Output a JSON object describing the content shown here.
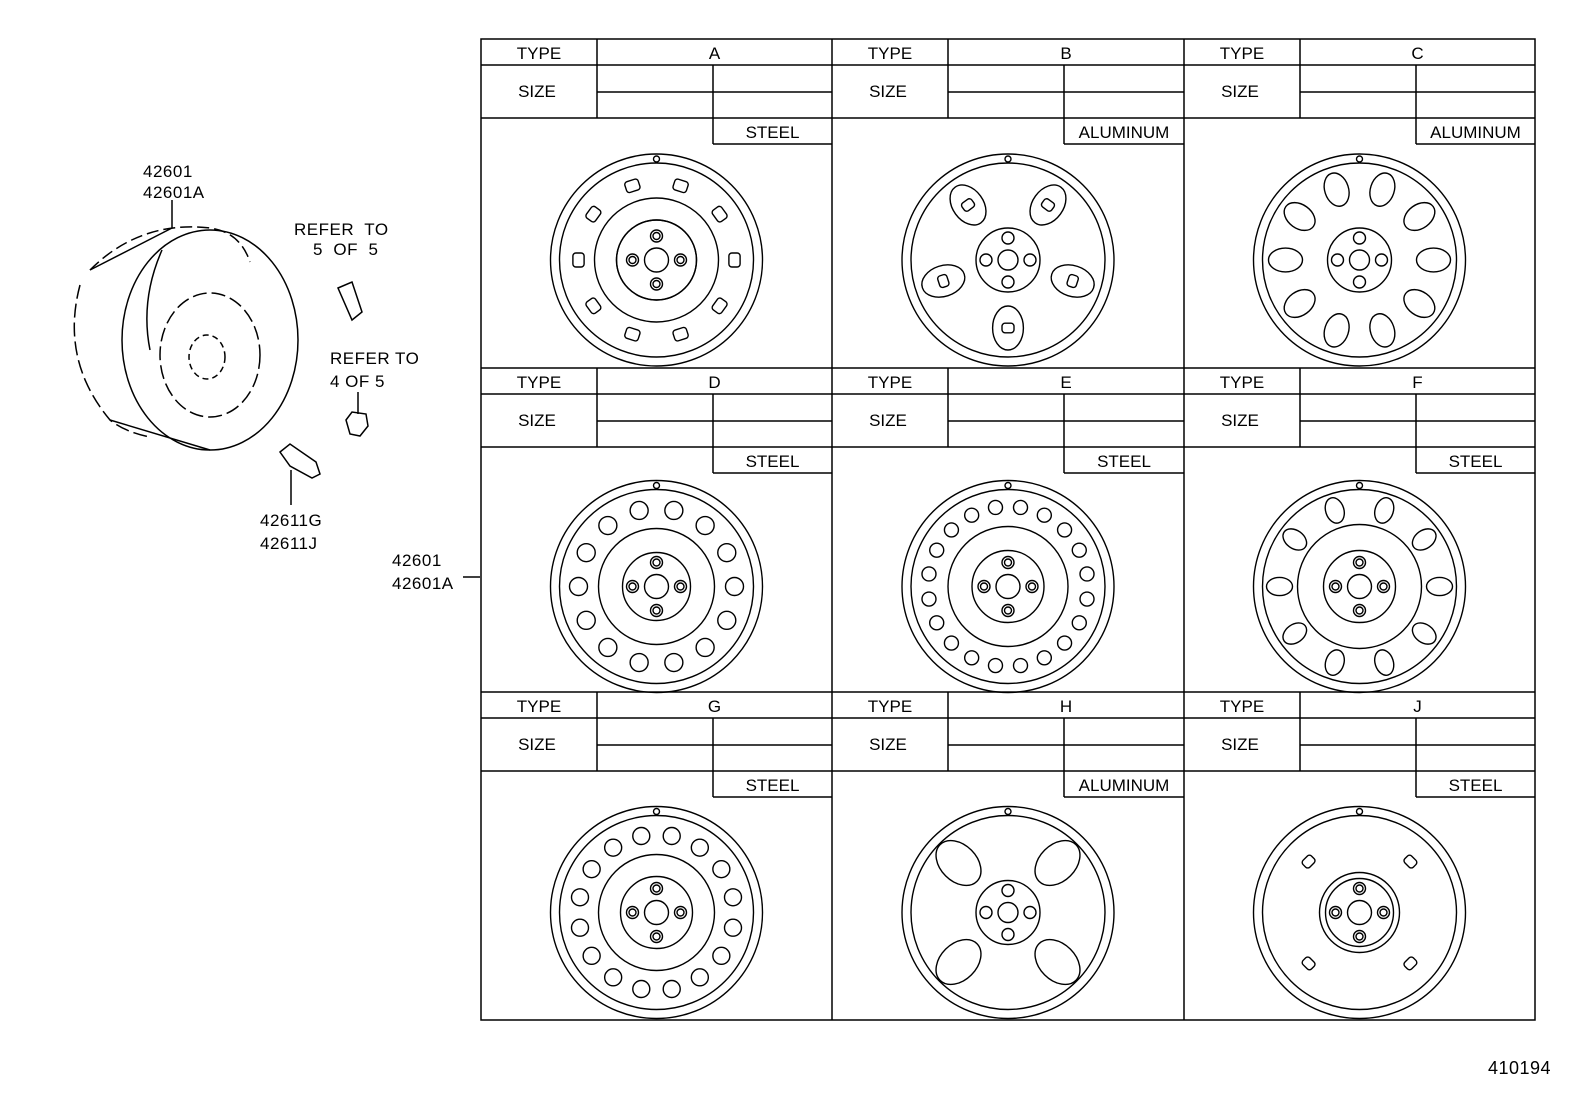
{
  "left_assembly": {
    "wheel_part_numbers": [
      "42601",
      "42601A"
    ],
    "refer_upper": [
      "REFER  TO",
      "5  OF  5"
    ],
    "refer_lower": [
      "REFER TO",
      "4 OF 5"
    ],
    "valve_part_numbers": [
      "42611G",
      "42611J"
    ],
    "grid_part_numbers": [
      "42601",
      "42601A"
    ]
  },
  "table": {
    "type_label": "TYPE",
    "size_label": "SIZE",
    "cells": [
      {
        "type": "A",
        "material": "STEEL",
        "style": "steel-slots"
      },
      {
        "type": "B",
        "material": "ALUMINUM",
        "style": "alloy-5spoke-slots"
      },
      {
        "type": "C",
        "material": "ALUMINUM",
        "style": "alloy-10window"
      },
      {
        "type": "D",
        "material": "STEEL",
        "style": "steel-holes-14"
      },
      {
        "type": "E",
        "material": "STEEL",
        "style": "steel-holes-20"
      },
      {
        "type": "F",
        "material": "STEEL",
        "style": "steel-10window"
      },
      {
        "type": "G",
        "material": "STEEL",
        "style": "steel-holes-16"
      },
      {
        "type": "H",
        "material": "ALUMINUM",
        "style": "alloy-4window"
      },
      {
        "type": "J",
        "material": "STEEL",
        "style": "steel-plain"
      }
    ]
  },
  "diagram_id": "410194"
}
